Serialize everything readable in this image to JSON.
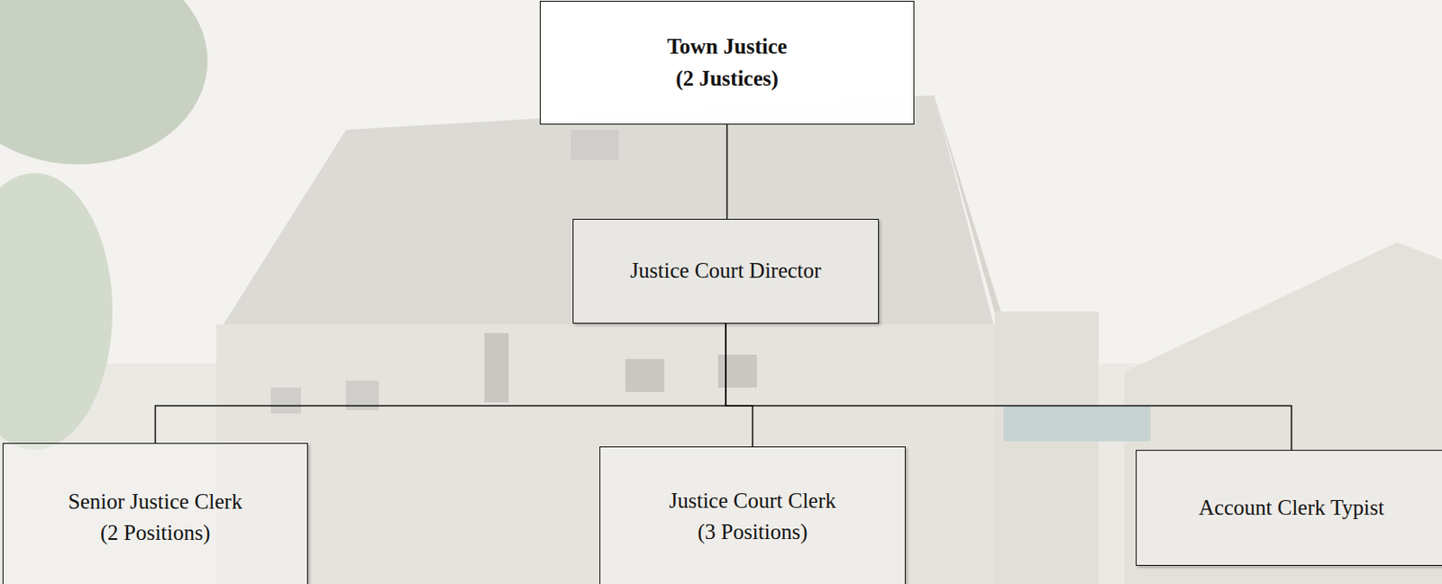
{
  "diagram": {
    "nodes": [
      {
        "text": [
          "Town Justice",
          "(2 Justices)"
        ]
      },
      {
        "text": [
          "Justice Court Director"
        ]
      },
      {
        "text": [
          "Senior Justice Clerk",
          "(2 Positions)"
        ]
      },
      {
        "text": [
          "Justice Court Clerk",
          "(3 Positions)"
        ]
      },
      {
        "text": [
          "Account Clerk Typist"
        ]
      }
    ],
    "edges": [
      {
        "from": 0,
        "to": 1,
        "arrow": "none"
      },
      {
        "from": 1,
        "to": 2,
        "arrow": "none"
      },
      {
        "from": 1,
        "to": 3,
        "arrow": "none"
      },
      {
        "from": 1,
        "to": 4,
        "arrow": "none"
      }
    ]
  }
}
